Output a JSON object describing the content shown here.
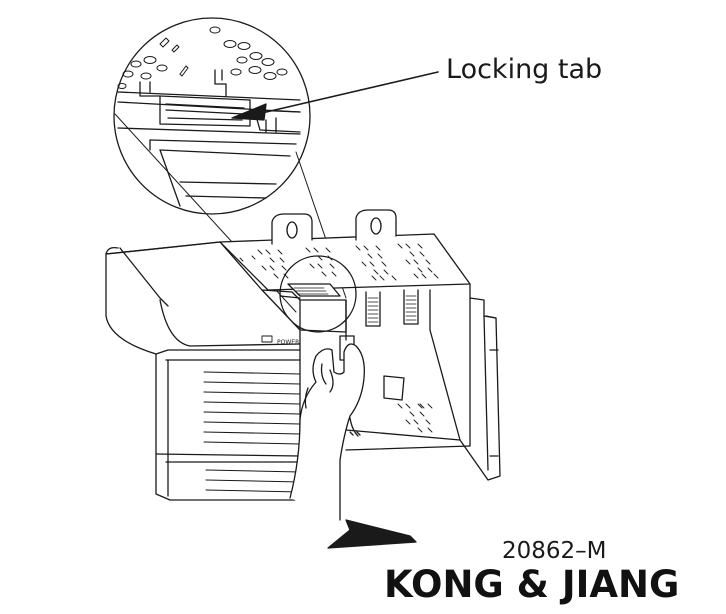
{
  "callout_label": "Locking tab",
  "figure_number": "20862–M",
  "watermark_text": "KONG & JIANG",
  "power_label": "POWER",
  "colors": {
    "line": "#1a1a1a",
    "background": "#ffffff"
  }
}
